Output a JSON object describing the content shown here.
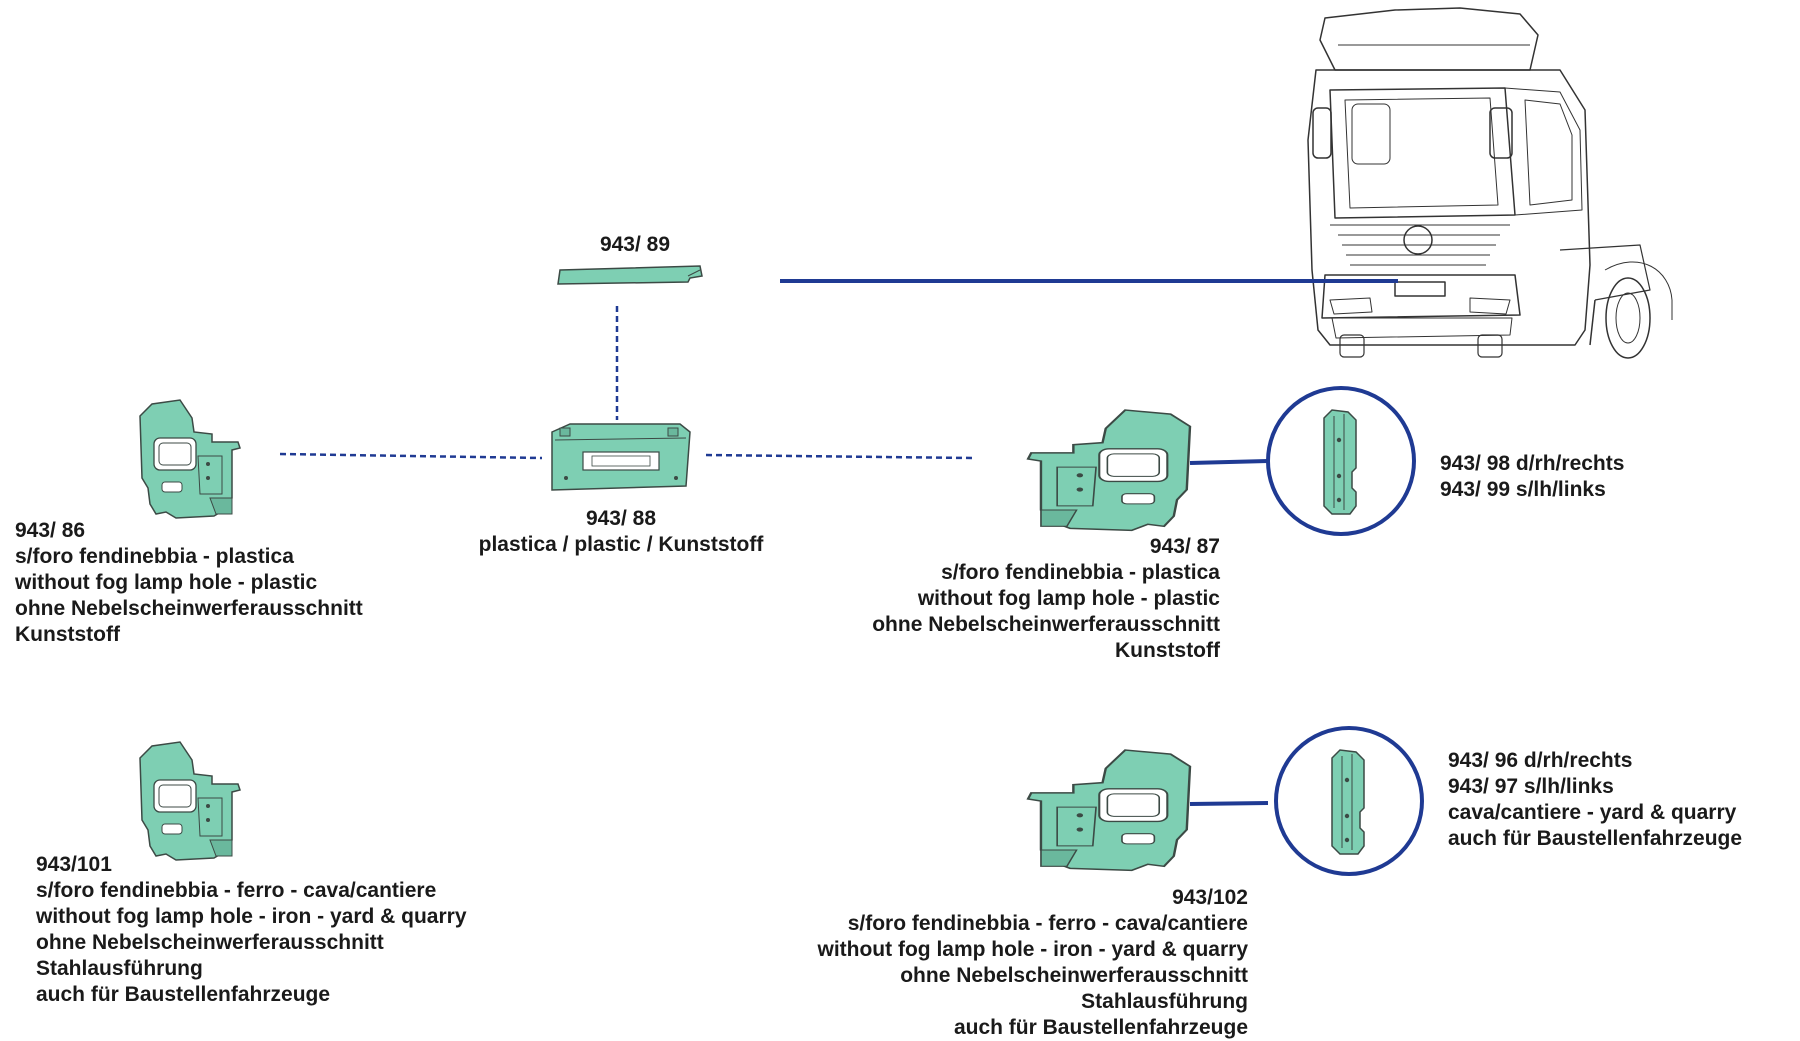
{
  "colors": {
    "part_fill": "#7ecfb3",
    "part_stroke": "#3c4a45",
    "link": "#1f3a93",
    "text": "#1a1a1a",
    "truck_line": "#333333"
  },
  "parts": {
    "p89": {
      "code": "943/ 89"
    },
    "p88": {
      "code": "943/ 88",
      "lines": [
        "plastica / plastic / Kunststoff"
      ]
    },
    "p86": {
      "code": "943/ 86",
      "lines": [
        "s/foro fendinebbia - plastica",
        "without fog lamp hole - plastic",
        "ohne Nebelscheinwerferausschnitt",
        "Kunststoff"
      ]
    },
    "p87": {
      "code": "943/ 87",
      "lines": [
        "s/foro fendinebbia - plastica",
        "without fog lamp hole - plastic",
        "ohne Nebelscheinwerferausschnitt",
        "Kunststoff"
      ]
    },
    "p98": {
      "lines": [
        "943/ 98 d/rh/rechts",
        "943/ 99 s/lh/links"
      ]
    },
    "p101": {
      "code": "943/101",
      "lines": [
        "s/foro fendinebbia - ferro - cava/cantiere",
        "without fog lamp hole - iron - yard & quarry",
        "ohne Nebelscheinwerferausschnitt",
        "Stahlausführung",
        "auch für Baustellenfahrzeuge"
      ]
    },
    "p102": {
      "code": "943/102",
      "lines": [
        "s/foro fendinebbia - ferro - cava/cantiere",
        "without fog lamp hole - iron - yard & quarry",
        "ohne Nebelscheinwerferausschnitt",
        "Stahlausführung",
        "auch für Baustellenfahrzeuge"
      ]
    },
    "p96": {
      "lines": [
        "943/ 96 d/rh/rechts",
        "943/ 97 s/lh/links",
        "cava/cantiere - yard & quarry",
        "auch für Baustellenfahrzeuge"
      ]
    }
  }
}
